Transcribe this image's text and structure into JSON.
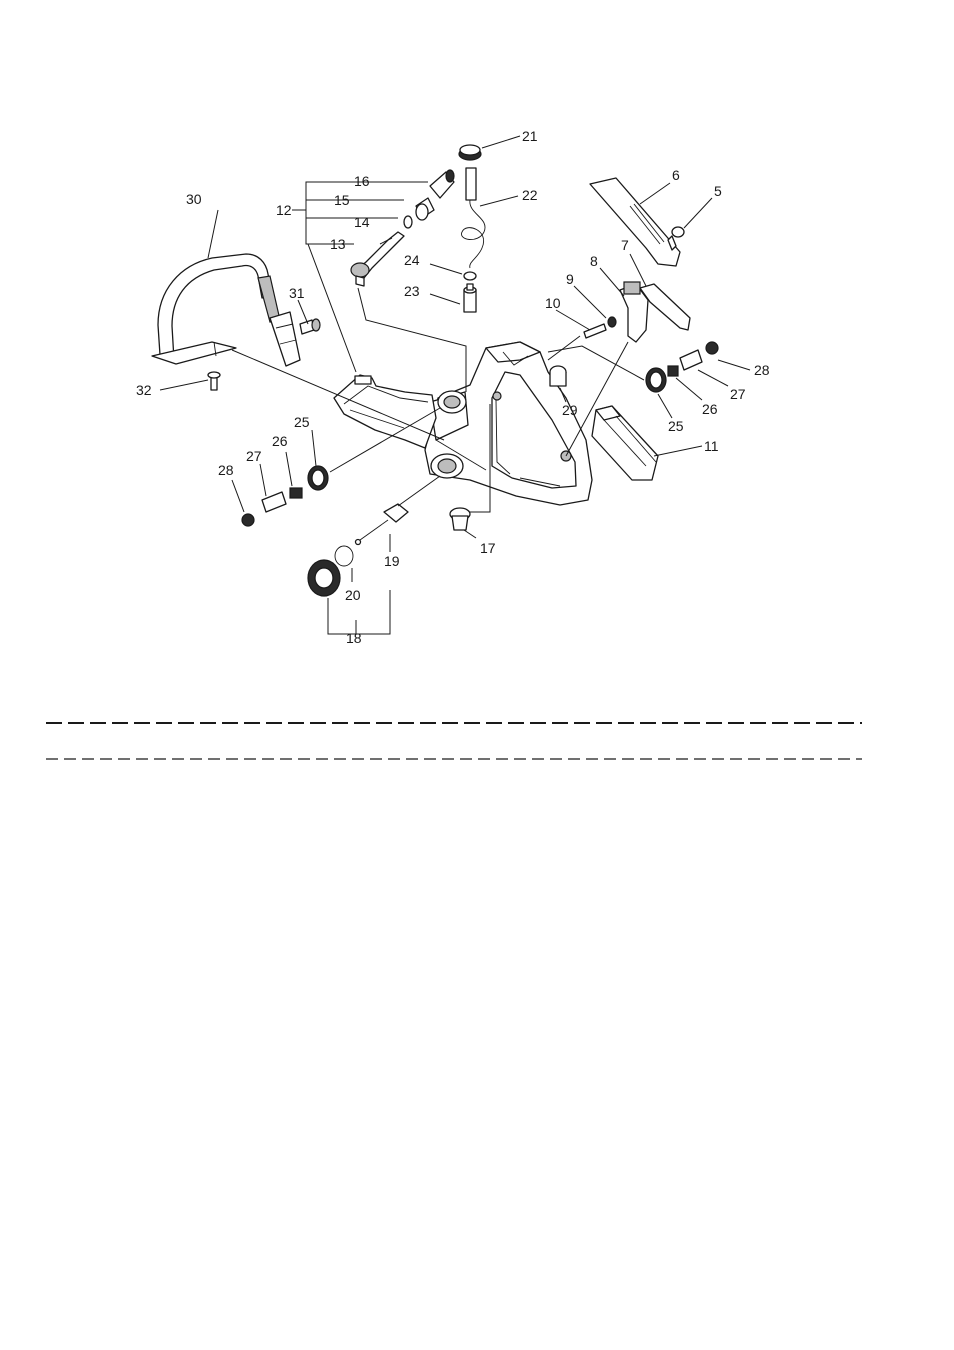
{
  "callouts": {
    "c5": "5",
    "c6": "6",
    "c7": "7",
    "c8": "8",
    "c9": "9",
    "c10": "10",
    "c11": "11",
    "c12": "12",
    "c13": "13",
    "c14": "14",
    "c15": "15",
    "c16": "16",
    "c17": "17",
    "c18": "18",
    "c19": "19",
    "c20": "20",
    "c21": "21",
    "c22": "22",
    "c23": "23",
    "c24": "24",
    "c25_left": "25",
    "c25_right": "25",
    "c26_left": "26",
    "c26_right": "26",
    "c27_left": "27",
    "c27_right": "27",
    "c28_left": "28",
    "c28_right": "28",
    "c29": "29",
    "c30": "30",
    "c31": "31",
    "c32": "32"
  },
  "colors": {
    "ink": "#1a1a1a",
    "background": "#ffffff"
  }
}
